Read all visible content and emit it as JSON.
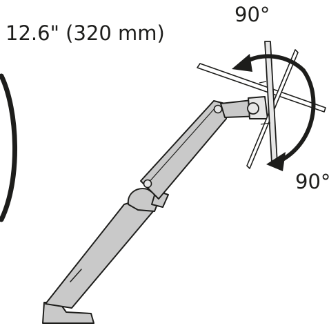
{
  "labels": {
    "reach": "12.6\" (320 mm)",
    "tilt_up": "90°",
    "tilt_down": "90°"
  },
  "colors": {
    "arm_fill": "#c9c9c9",
    "arm_light": "#e6e6e6",
    "outline": "#1d1d1b",
    "arrow": "#1d1d1b"
  }
}
